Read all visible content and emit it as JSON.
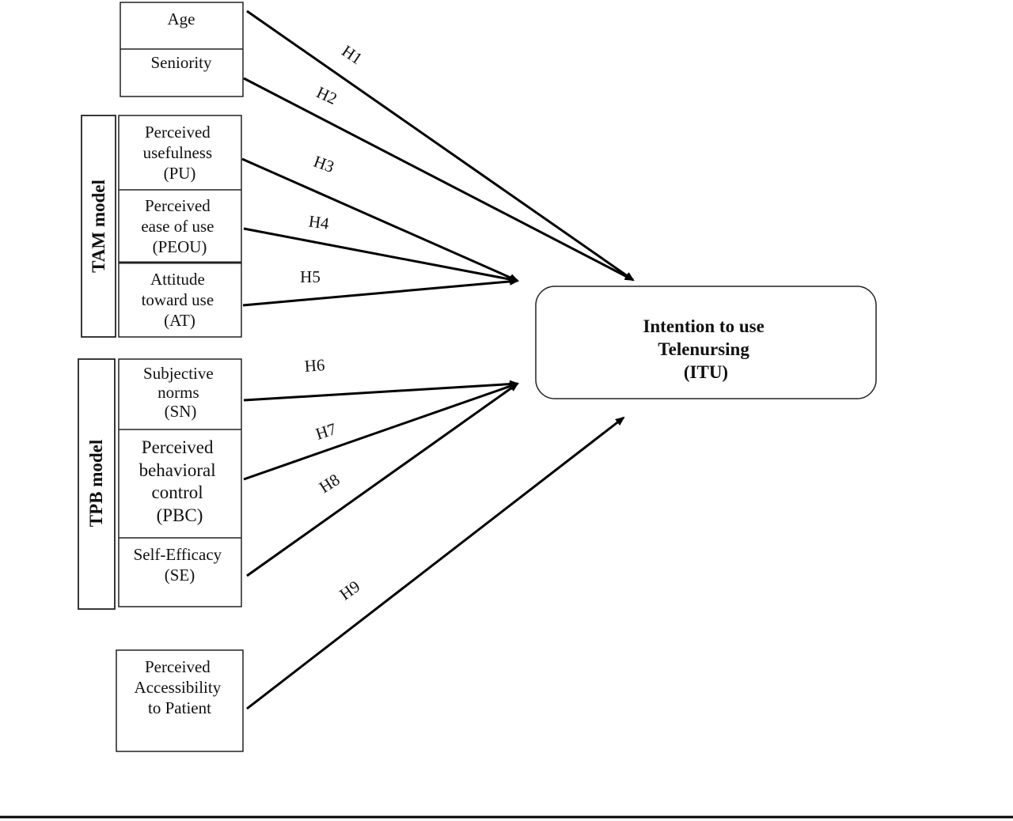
{
  "nodes": {
    "age": "Age",
    "seniority": "Seniority",
    "pu": [
      "Perceived",
      "usefulness",
      "(PU)"
    ],
    "peou": [
      "Perceived",
      "ease of use",
      "(PEOU)"
    ],
    "at": [
      "Attitude",
      "toward use",
      "(AT)"
    ],
    "sn": [
      "Subjective",
      "norms",
      "(SN)"
    ],
    "pbc": [
      "Perceived",
      "behavioral",
      "control",
      "(PBC)"
    ],
    "se": [
      "Self-Efficacy",
      "(SE)"
    ],
    "pap": [
      "Perceived",
      "Accessibility",
      "to Patient"
    ]
  },
  "groups": {
    "tam": "TAM model",
    "tpb": "TPB model"
  },
  "target": {
    "line1": "Intention to use",
    "line2": "Telenursing",
    "line3": "(ITU)"
  },
  "hypotheses": {
    "h1": "H1",
    "h2": "H2",
    "h3": "H3",
    "h4": "H4",
    "h5": "H5",
    "h6": "H6",
    "h7": "H7",
    "h8": "H8",
    "h9": "H9"
  }
}
